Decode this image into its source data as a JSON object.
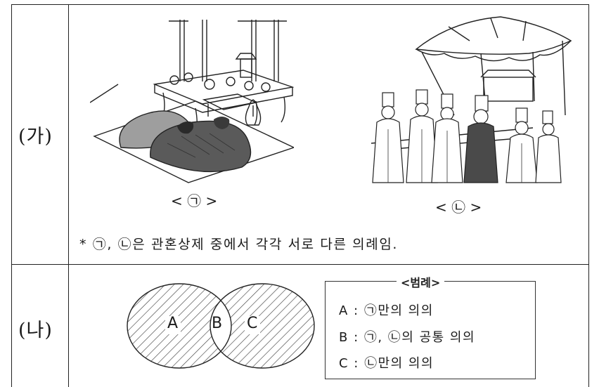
{
  "rows": [
    {
      "label": "(가)"
    },
    {
      "label": "(나)"
    }
  ],
  "ga": {
    "caption_left": "< ㉠ >",
    "caption_right": "< ㉡ >",
    "note": "* ㉠, ㉡은 관혼상제 중에서 각각 서로 다른 의례임."
  },
  "na": {
    "venn": {
      "left": "A",
      "middle": "B",
      "right": "C"
    },
    "legend": {
      "title": "<범례>",
      "lines": [
        "A : ㉠만의 의의",
        "B : ㉠, ㉡의 공통 의의",
        "C : ㉡만의 의의"
      ]
    }
  }
}
